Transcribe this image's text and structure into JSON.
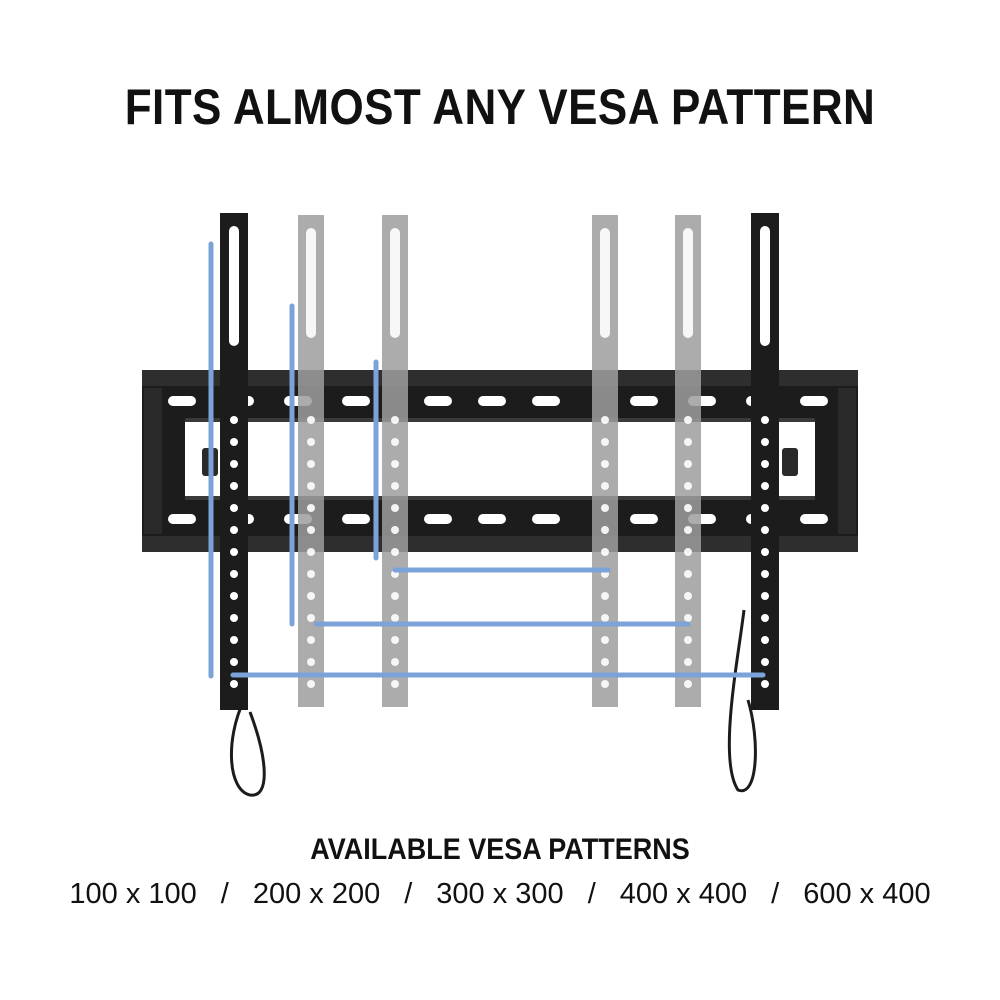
{
  "headline": "FITS ALMOST ANY VESA PATTERN",
  "patterns": {
    "title": "AVAILABLE VESA PATTERNS",
    "separator": "/",
    "items": [
      "100 x 100",
      "200 x 200",
      "300 x 300",
      "400 x 400",
      "600 x 400"
    ]
  },
  "colors": {
    "background": "#ffffff",
    "text": "#111111",
    "mount_dark": "#1c1c1c",
    "bracket_gray": "#9a9a9a",
    "guide_blue": "#7ba3d9"
  }
}
